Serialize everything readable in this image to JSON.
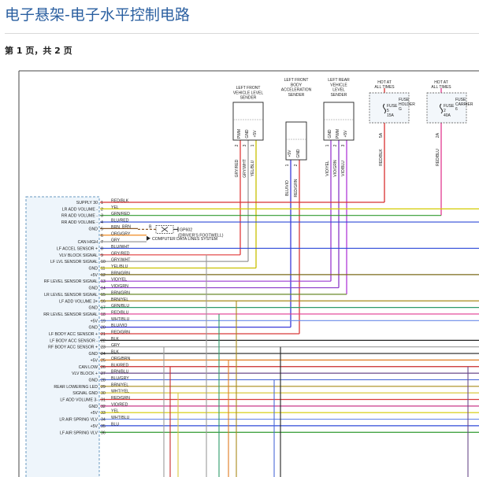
{
  "page": {
    "title": "电子悬架-电子水平控制电路",
    "page_info": "第 1 页，共 2 页"
  },
  "modules": [
    {
      "name": "LEFT FRONT\nVEHICLE LEVEL\nSENDER",
      "pins": [
        {
          "num": "2",
          "label": "PWM",
          "wire": "GRY/RED",
          "color": "#e03a3a"
        },
        {
          "num": "3",
          "label": "GND",
          "wire": "GRY/WHT",
          "color": "#9a9a9a"
        },
        {
          "num": "1",
          "label": "+5V",
          "wire": "YEL/BLU",
          "color": "#c8c000"
        }
      ]
    },
    {
      "name": "LEFT FRONT\nBODY\nACCELERATION\nSENDER",
      "pins": [
        {
          "num": "1",
          "label": "+5V",
          "wire": "BLU/VIO",
          "color": "#3a3ad8"
        },
        {
          "num": "2",
          "label": "GND",
          "wire": "RED/GRN",
          "color": "#d83a3a"
        }
      ]
    },
    {
      "name": "LEFT REAR\nVEHICLE\nLEVEL\nSENDER",
      "pins": [
        {
          "num": "1",
          "label": "GND",
          "wire": "VIO/YEL",
          "color": "#9a3ad0"
        },
        {
          "num": "2",
          "label": "PWM",
          "wire": "VIO/GRN",
          "color": "#8a3ac8"
        },
        {
          "num": "3",
          "label": "+5V",
          "wire": "VIO/BLU",
          "color": "#b03ad8"
        }
      ]
    }
  ],
  "hot_at": [
    {
      "label": "HOT AT\nALL TIMES",
      "fuse": "FUSE\n5\n15A",
      "holder": "FUSE\nHOLDER\nG",
      "pin": "5A",
      "wire": "RED/BLK",
      "color": "#d83030"
    },
    {
      "label": "HOT AT\nALL TIMES",
      "fuse": "FUSE\n2\n40A",
      "holder": "FUSE\nCARRIER\n6",
      "pin": "2A",
      "wire": "RED/BLU",
      "color": "#e23a90"
    }
  ],
  "ground": {
    "wire": "BRN",
    "pin": "B",
    "point": "GP602",
    "location": "(DRIVER'S FOOTWELL)"
  },
  "data_lines": "COMPUTER DATA LINES SYSTEM",
  "connector_rows": [
    {
      "num": "1",
      "label": "SUPPLY 30",
      "wire": "RED/BLK",
      "color": "#d83030"
    },
    {
      "num": "2",
      "label": "LR ADD VOLUME -",
      "wire": "YEL",
      "color": "#d4cc00"
    },
    {
      "num": "3",
      "label": "RR ADD VOLUME -",
      "wire": "GRN/RED",
      "color": "#2f9a2f"
    },
    {
      "num": "4",
      "label": "RR ADD VOLUME -",
      "wire": "BLU/RED",
      "color": "#2f4ad8"
    },
    {
      "num": "5",
      "label": "GND",
      "wire": "BRN",
      "color": "#8a5a2a"
    },
    {
      "num": "6",
      "label": "",
      "wire": "ORG/GRY",
      "color": "#f08a20"
    },
    {
      "num": "7",
      "label": "CAN HIGH",
      "wire": "GRY",
      "color": "#9a9a9a"
    },
    {
      "num": "8",
      "label": "LF ACCEL SENSOR +",
      "wire": "BLU/WHT",
      "color": "#2f4ad8"
    },
    {
      "num": "9",
      "label": "VLV BLOCK SIGNAL",
      "wire": "GRY/RED",
      "color": "#e03a3a"
    },
    {
      "num": "10",
      "label": "LF LVL SENSOR SIGNAL",
      "wire": "GRY/WHT",
      "color": "#9a9a9a"
    },
    {
      "num": "11",
      "label": "GND",
      "wire": "YEL/BLU",
      "color": "#c8c000"
    },
    {
      "num": "12",
      "label": "+5V",
      "wire": "BRN/GRN",
      "color": "#7a6a1a"
    },
    {
      "num": "13",
      "label": "RF LEVEL SENSOR SIGNAL",
      "wire": "VIO/YEL",
      "color": "#9a3ad0"
    },
    {
      "num": "14",
      "label": "GND",
      "wire": "VIO/GRN",
      "color": "#8a3ac8"
    },
    {
      "num": "15",
      "label": "LR LEVEL SENSOR SIGNAL",
      "wire": "BRN/GRN",
      "color": "#6a8a2a"
    },
    {
      "num": "16",
      "label": "LF ADD VOLUME 3+",
      "wire": "BRN/YEL",
      "color": "#a88a1a"
    },
    {
      "num": "17",
      "label": "GND",
      "wire": "GRN/BLU",
      "color": "#2f9a6a"
    },
    {
      "num": "18",
      "label": "RR LEVEL SENSOR SIGNAL",
      "wire": "RED/BLU",
      "color": "#e23a90"
    },
    {
      "num": "19",
      "label": "+5V",
      "wire": "WHT/BLU",
      "color": "#6a8ae8"
    },
    {
      "num": "20",
      "label": "GND",
      "wire": "BLU/VIO",
      "color": "#3a3ad8"
    },
    {
      "num": "21",
      "label": "LF BODY ACC SENSOR +",
      "wire": "RED/GRN",
      "color": "#d83a3a"
    },
    {
      "num": "22",
      "label": "LF BODY ACC SENSOR -",
      "wire": "BLK",
      "color": "#222222"
    },
    {
      "num": "23",
      "label": "RF BODY ACC SENSOR +",
      "wire": "GRY",
      "color": "#9a9a9a"
    },
    {
      "num": "24",
      "label": "GND",
      "wire": "BLK",
      "color": "#222222"
    },
    {
      "num": "25",
      "label": "+5V",
      "wire": "ORG/BRN",
      "color": "#e07a20"
    },
    {
      "num": "26",
      "label": "CAN LOW",
      "wire": "BLK/RED",
      "color": "#c82a2a"
    },
    {
      "num": "27",
      "label": "VLV BLOCK +",
      "wire": "BRN/BLU",
      "color": "#6a4a8a"
    },
    {
      "num": "28",
      "label": "GND",
      "wire": "BLU/GRY",
      "color": "#4a6ad8"
    },
    {
      "num": "29",
      "label": "REAR LOWERING LED",
      "wire": "BRN/YEL",
      "color": "#a88a1a"
    },
    {
      "num": "30",
      "label": "SIGNAL GND",
      "wire": "WHT/YEL",
      "color": "#d8c840"
    },
    {
      "num": "31",
      "label": "LF ADD VOLUME 3-",
      "wire": "RED/GRN",
      "color": "#d83a3a"
    },
    {
      "num": "32",
      "label": "GND",
      "wire": "VIO/RED",
      "color": "#c83a8a"
    },
    {
      "num": "33",
      "label": "+5V",
      "wire": "YEL",
      "color": "#d4cc00"
    },
    {
      "num": "34",
      "label": "LR AIR SPRING VLV",
      "wire": "WHT/BLU",
      "color": "#6a8ae8"
    },
    {
      "num": "35",
      "label": "+5V",
      "wire": "BLU",
      "color": "#2f4ad8"
    },
    {
      "num": "36",
      "label": "LF AIR SPRING VLV",
      "wire": "",
      "color": "#2f9a2f"
    }
  ]
}
